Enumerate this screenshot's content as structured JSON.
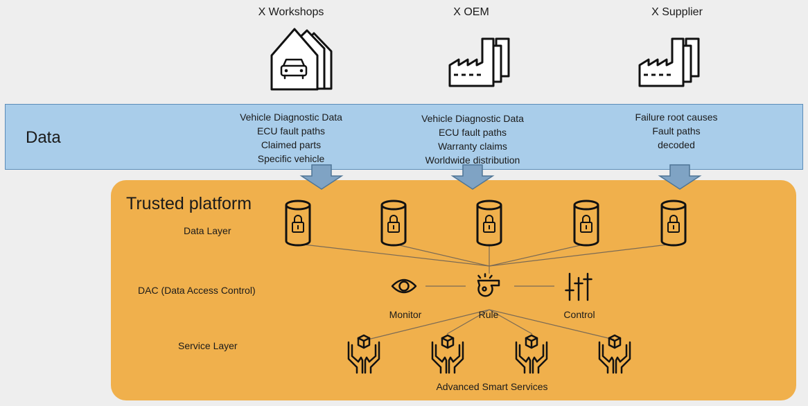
{
  "sources": [
    {
      "title": "X Workshops",
      "icon": "workshop-house-car-icon"
    },
    {
      "title": "X OEM",
      "icon": "factory-icon"
    },
    {
      "title": "X Supplier",
      "icon": "factory-icon"
    }
  ],
  "data_band": {
    "label": "Data",
    "columns": [
      [
        "Vehicle Diagnostic Data",
        "ECU fault paths",
        "Claimed parts",
        "Specific vehicle"
      ],
      [
        "Vehicle Diagnostic Data",
        "ECU fault paths",
        "Warranty claims",
        "Worldwide distribution"
      ],
      [
        "Failure root causes",
        "Fault paths",
        "decoded"
      ]
    ]
  },
  "platform": {
    "title": "Trusted platform",
    "layers": {
      "data": "Data Layer",
      "dac": "DAC (Data Access Control)",
      "service": "Service Layer"
    },
    "dac_items": [
      {
        "label": "Monitor",
        "icon": "eye-icon"
      },
      {
        "label": "Rule",
        "icon": "whistle-icon"
      },
      {
        "label": "Control",
        "icon": "sliders-icon"
      }
    ],
    "services_caption": "Advanced Smart Services"
  },
  "colors": {
    "background": "#eeeeee",
    "data_band": "#a9cdea",
    "platform": "#f0b04c",
    "arrow": "#7fa3c4"
  }
}
